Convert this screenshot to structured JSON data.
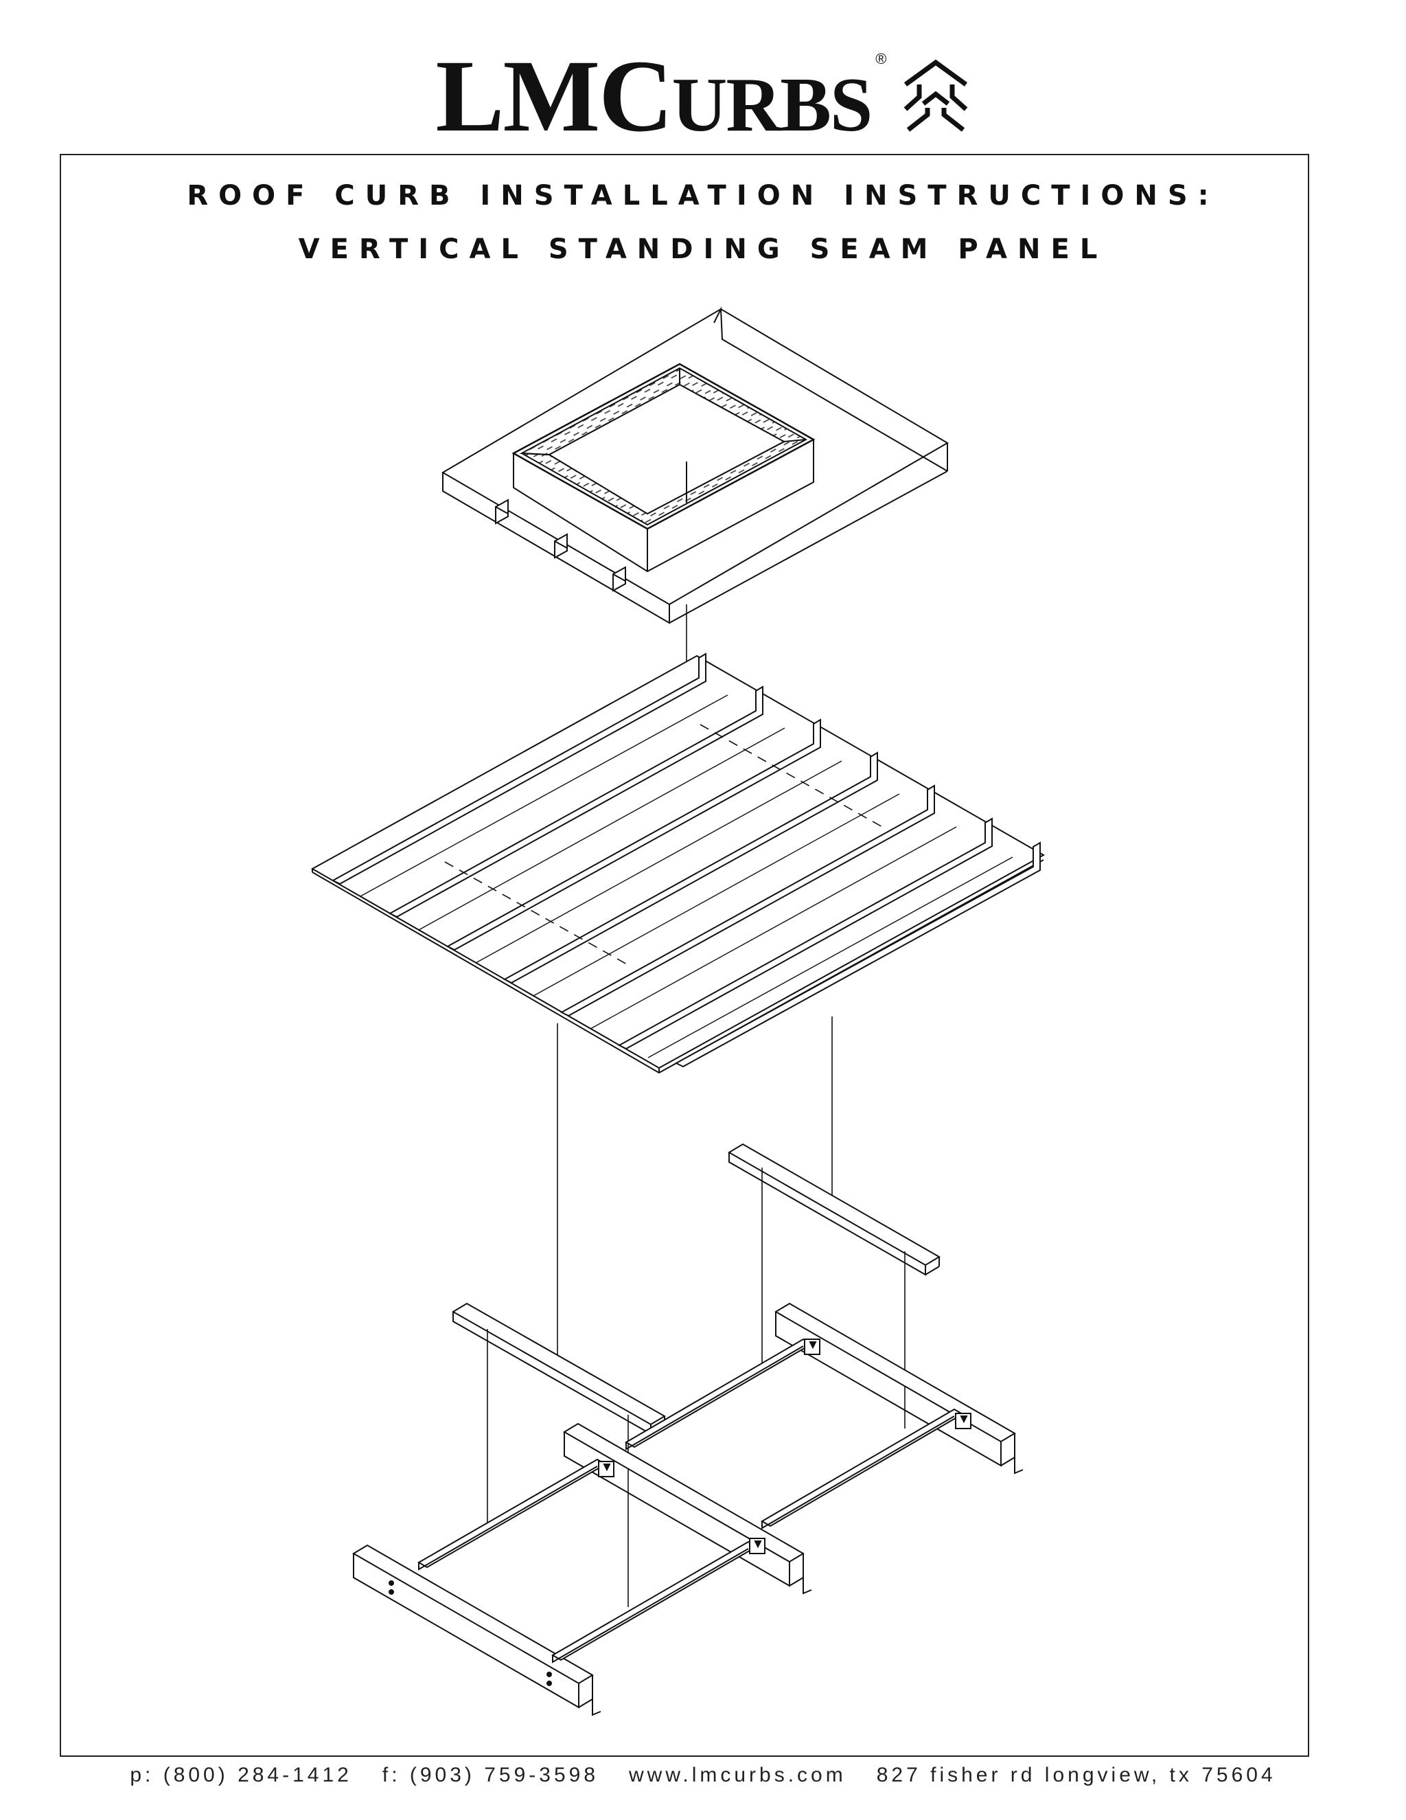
{
  "brand": {
    "logo_big_1": "LM",
    "logo_big_2": "C",
    "logo_small": "URBS",
    "registered": "®",
    "mark_icon": "lmcurbs-roof-mark-icon"
  },
  "title": {
    "line1": "ROOF CURB INSTALLATION INSTRUCTIONS:",
    "line2": "VERTICAL STANDING SEAM PANEL"
  },
  "footer": {
    "phone": "p: (800) 284-1412",
    "fax": "f: (903) 759-3598",
    "website": "www.lmcurbs.com",
    "address": "827 fisher rd longview, tx 75604"
  },
  "colors": {
    "ink": "#111111",
    "paper": "#ffffff"
  }
}
